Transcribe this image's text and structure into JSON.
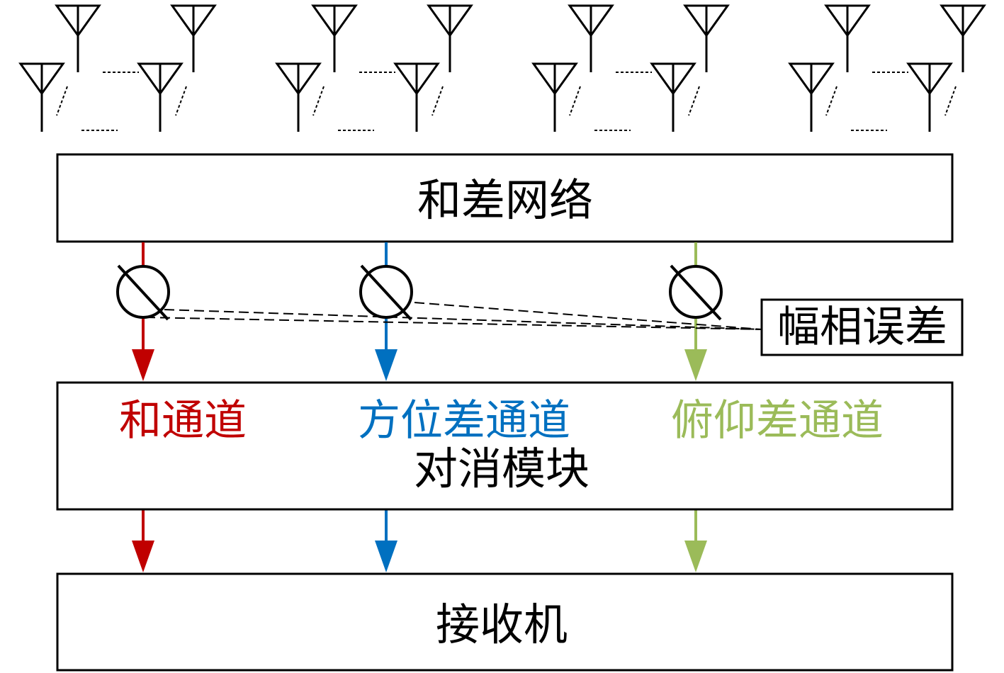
{
  "blocks": {
    "sum_diff_network": "和差网络",
    "cancellation_module": "对消模块",
    "receiver": "接收机"
  },
  "channels": [
    {
      "id": "sum",
      "label": "和通道",
      "color": "#c00000"
    },
    {
      "id": "azimuth",
      "label": "方位差通道",
      "color": "#0070c0"
    },
    {
      "id": "elevation",
      "label": "俯仰差通道",
      "color": "#9bbb59"
    }
  ],
  "error_label": "幅相误差",
  "antenna_groups": 4,
  "icons": {
    "antenna": "antenna-icon",
    "phase_shifter": "phase-shifter-icon",
    "arrow": "arrow-down-icon"
  },
  "colors": {
    "line": "#000000",
    "background": "#ffffff"
  }
}
